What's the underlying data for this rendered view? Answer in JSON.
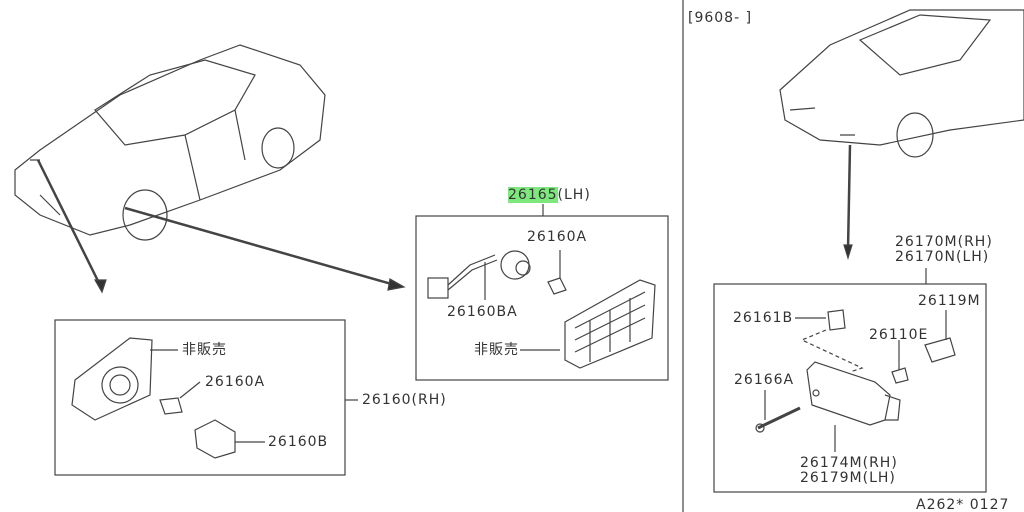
{
  "header": {
    "date_range": "[9608-      ]"
  },
  "highlight_color": "#7ee87e",
  "left_assembly": {
    "part_number": "26160(RH)",
    "parts": [
      {
        "label": "非販売"
      },
      {
        "label": "26160A"
      },
      {
        "label": "26160B"
      }
    ]
  },
  "middle_assembly": {
    "part_number_highlighted": "26165",
    "part_suffix": "(LH)",
    "parts": [
      {
        "label": "26160A"
      },
      {
        "label": "26160BA"
      },
      {
        "label": "非販売"
      }
    ]
  },
  "right_assembly": {
    "part_number_rh": "26170M(RH)",
    "part_number_lh": "26170N(LH)",
    "parts": [
      {
        "label": "26161B"
      },
      {
        "label": "26119M"
      },
      {
        "label": "26110E"
      },
      {
        "label": "26166A"
      },
      {
        "label": "26174M(RH)"
      },
      {
        "label": "26179M(LH)"
      }
    ]
  },
  "footer": {
    "diagram_code": "A262* 0127"
  }
}
